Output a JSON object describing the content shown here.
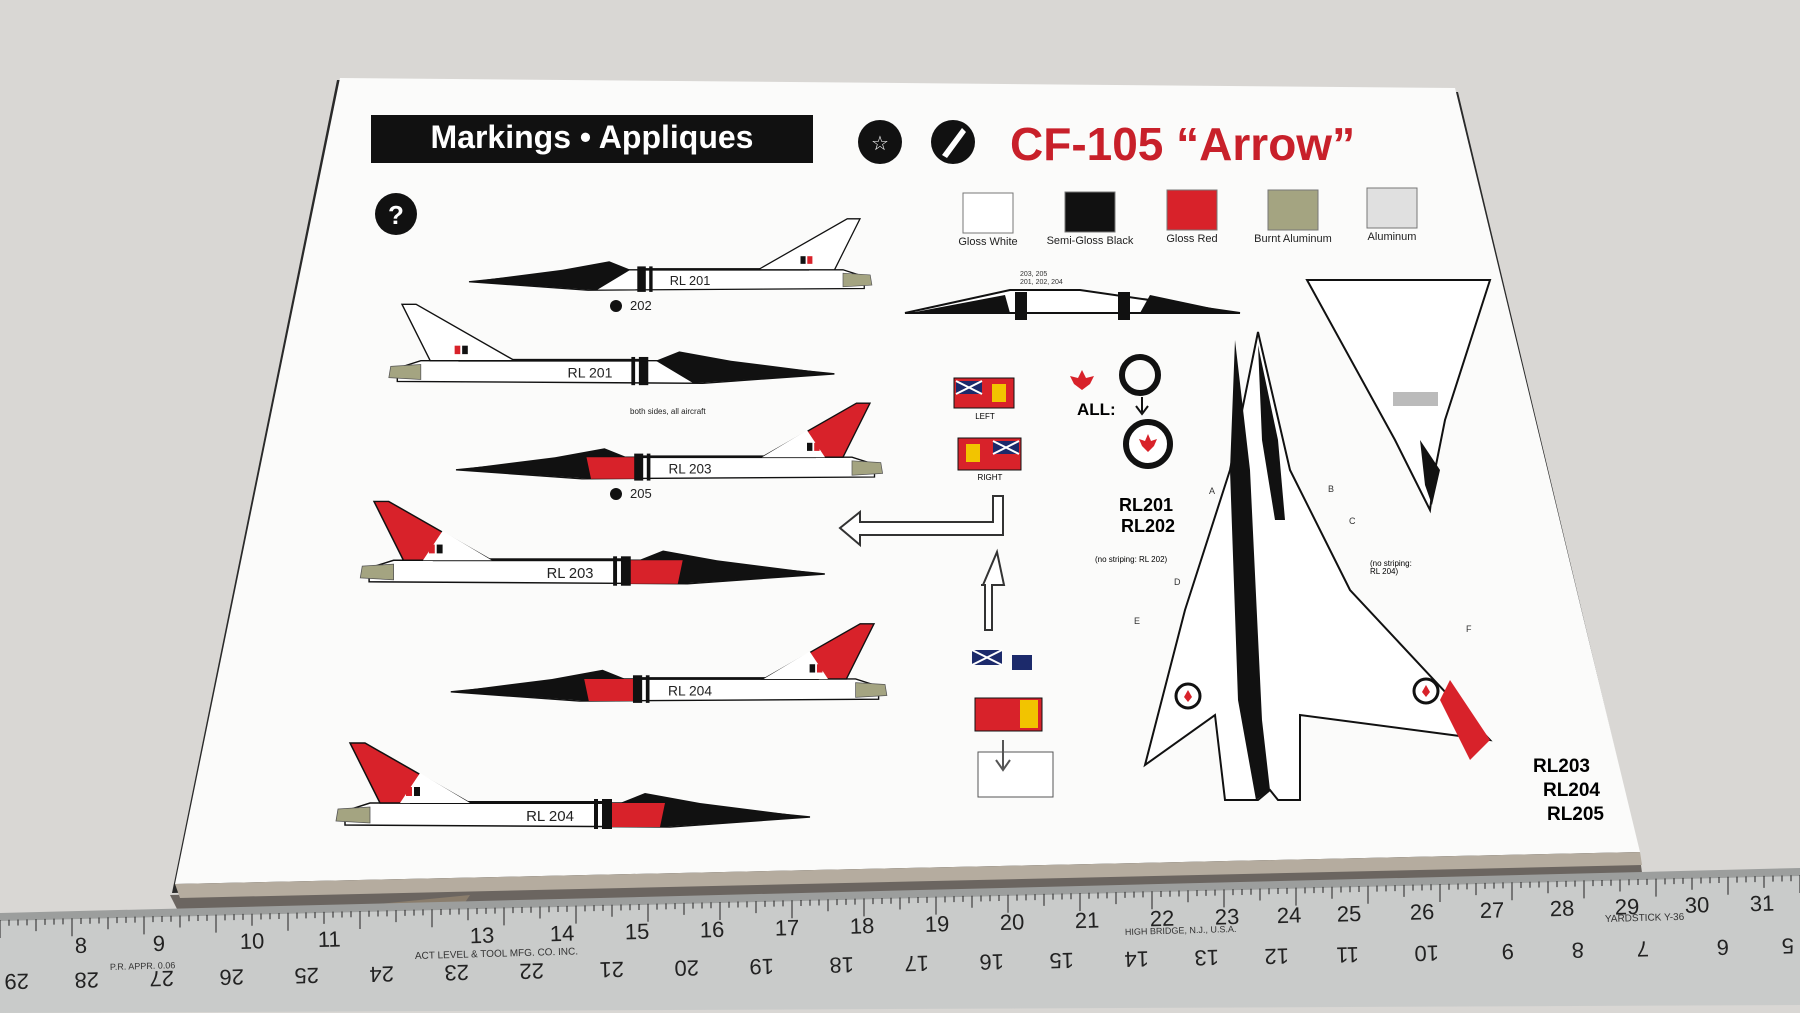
{
  "header": {
    "markings_label": "Markings • Appliques",
    "title": "CF-105 “Arrow”"
  },
  "colors": {
    "gloss_white": "#ffffff",
    "semi_gloss_black": "#111111",
    "gloss_red": "#d8222a",
    "burnt_aluminum": "#a4a481",
    "aluminum": "#e0e0e0"
  },
  "swatches": [
    {
      "label": "Gloss White",
      "color": "#ffffff"
    },
    {
      "label": "Semi-Gloss Black",
      "color": "#111111"
    },
    {
      "label": "Gloss Red",
      "color": "#d8222a"
    },
    {
      "label": "Burnt Aluminum",
      "color": "#a4a481"
    },
    {
      "label": "Aluminum",
      "color": "#e0e0e0"
    }
  ],
  "aircraft": [
    {
      "serial": "RL 201",
      "callout": "202"
    },
    {
      "serial": "RL 201",
      "note": "both sides, all aircraft"
    },
    {
      "serial": "RL 203",
      "callout": "205"
    },
    {
      "serial": "RL 203"
    },
    {
      "serial": "RL 204"
    },
    {
      "serial": "RL 204"
    }
  ],
  "flags": {
    "left": "LEFT",
    "right": "RIGHT"
  },
  "roundel": {
    "label": "ALL:"
  },
  "groups": {
    "group_a": [
      "RL201",
      "RL202"
    ],
    "group_b": [
      "RL203",
      "RL204",
      "RL205"
    ]
  },
  "notes": {
    "no_striping_202": "(no striping: RL 202)",
    "no_striping_204a": "(no striping:",
    "no_striping_204b": "RL 204)",
    "top_callout_1": "203, 205",
    "top_callout_2": "201, 202, 204"
  },
  "callout_letters": [
    "A",
    "B",
    "C",
    "D",
    "E",
    "F"
  ],
  "ruler": {
    "top_numbers": [
      "8",
      "9",
      "10",
      "11",
      "13",
      "14",
      "15",
      "16",
      "17",
      "18",
      "19",
      "20",
      "21",
      "22",
      "23",
      "24",
      "25",
      "26",
      "27",
      "28",
      "29",
      "30",
      "31"
    ],
    "bottom_numbers": [
      "29",
      "28",
      "27",
      "26",
      "25",
      "24",
      "23",
      "22",
      "21",
      "20",
      "19",
      "18",
      "17",
      "16",
      "15",
      "14",
      "13",
      "12",
      "11",
      "10",
      "9",
      "8",
      "7",
      "6",
      "5"
    ],
    "maker": "ACT LEVEL & TOOL MFG. CO. INC.",
    "city": "HIGH BRIDGE, N.J., U.S.A.",
    "model": "YARDSTICK Y-36",
    "stamp": "P.R. APPR. 0.06"
  }
}
